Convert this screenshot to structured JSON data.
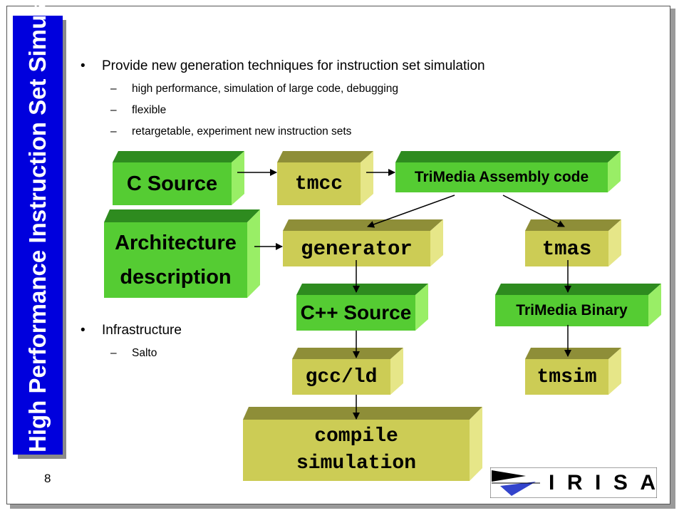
{
  "title": "High Performance Instruction Set Simulation",
  "page_number": "8",
  "bullets_top": {
    "main": "Provide new generation techniques for instruction set simulation",
    "subs": [
      "high performance, simulation of large code, debugging",
      "flexible",
      "retargetable, experiment new instruction sets"
    ]
  },
  "bullets_bottom": {
    "main": "Infrastructure",
    "subs": [
      "Salto"
    ]
  },
  "nodes": {
    "c_source": "C Source",
    "tmcc": "tmcc",
    "asm": "TriMedia Assembly code",
    "arch_line1": "Architecture",
    "arch_line2": "description",
    "generator": "generator",
    "tmas": "tmas",
    "cpp": "C++ Source",
    "binary": "TriMedia Binary",
    "gcc": "gcc/ld",
    "tmsim": "tmsim",
    "compile_line1": "compile",
    "compile_line2": "simulation"
  },
  "logo": {
    "letters": [
      "I",
      "R",
      "I",
      "S",
      "A"
    ]
  },
  "colors": {
    "sidebar": "#0000dd",
    "green_box": "#55cc33",
    "olive_box": "#cccc55"
  }
}
